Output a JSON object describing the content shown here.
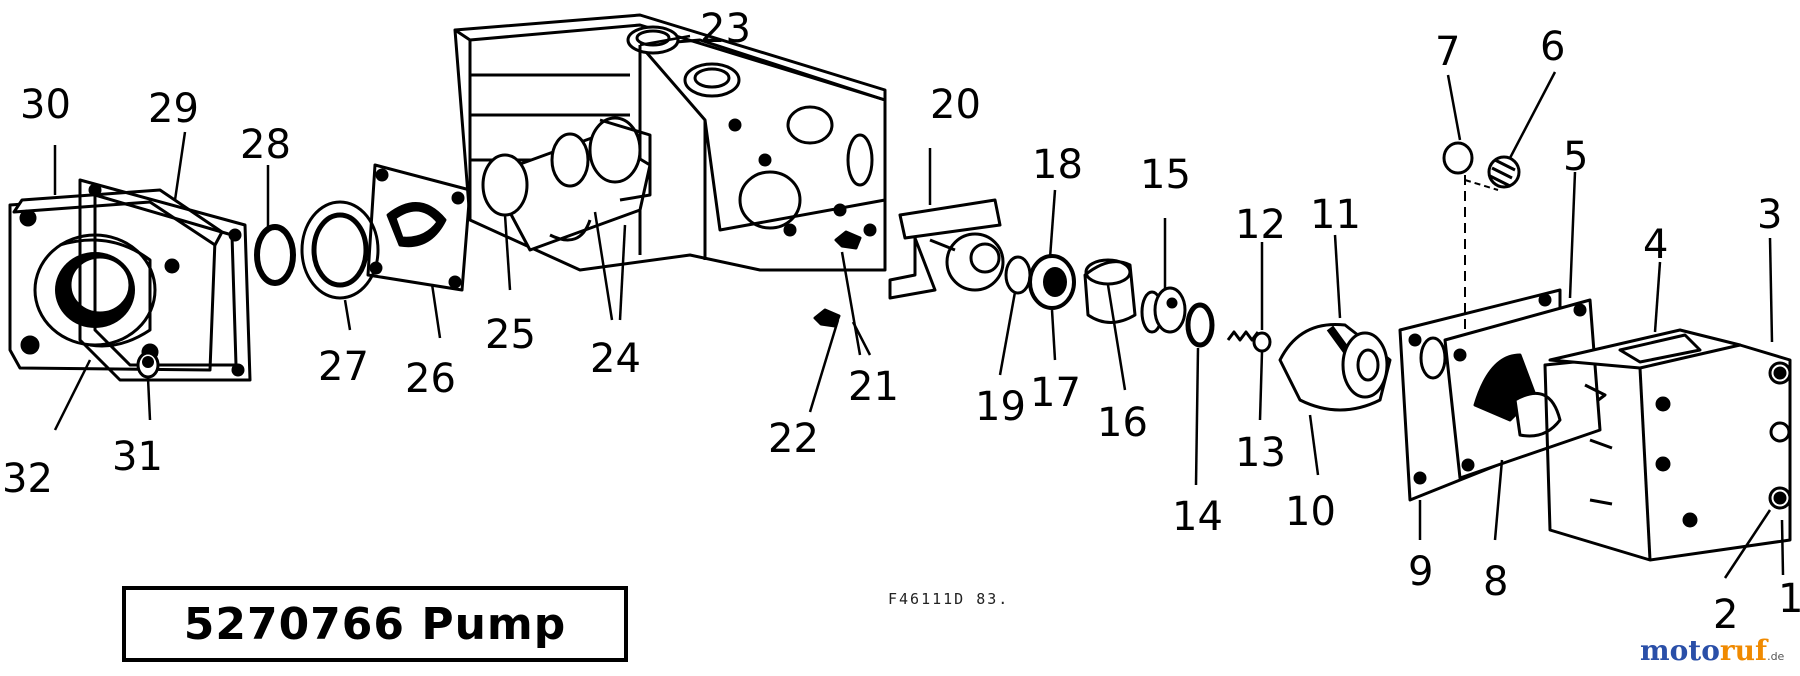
{
  "diagram": {
    "title": "5270766 Pump",
    "reference_code": "F46111D 83.",
    "watermark": {
      "main": "moto",
      "accent": "ruf",
      "tld": ".de"
    },
    "part_numbers": [
      "1",
      "2",
      "3",
      "4",
      "5",
      "6",
      "7",
      "8",
      "9",
      "10",
      "11",
      "12",
      "13",
      "14",
      "15",
      "16",
      "17",
      "18",
      "19",
      "20",
      "21",
      "22",
      "23",
      "24",
      "25",
      "26",
      "27",
      "28",
      "29",
      "30",
      "31",
      "32"
    ]
  }
}
